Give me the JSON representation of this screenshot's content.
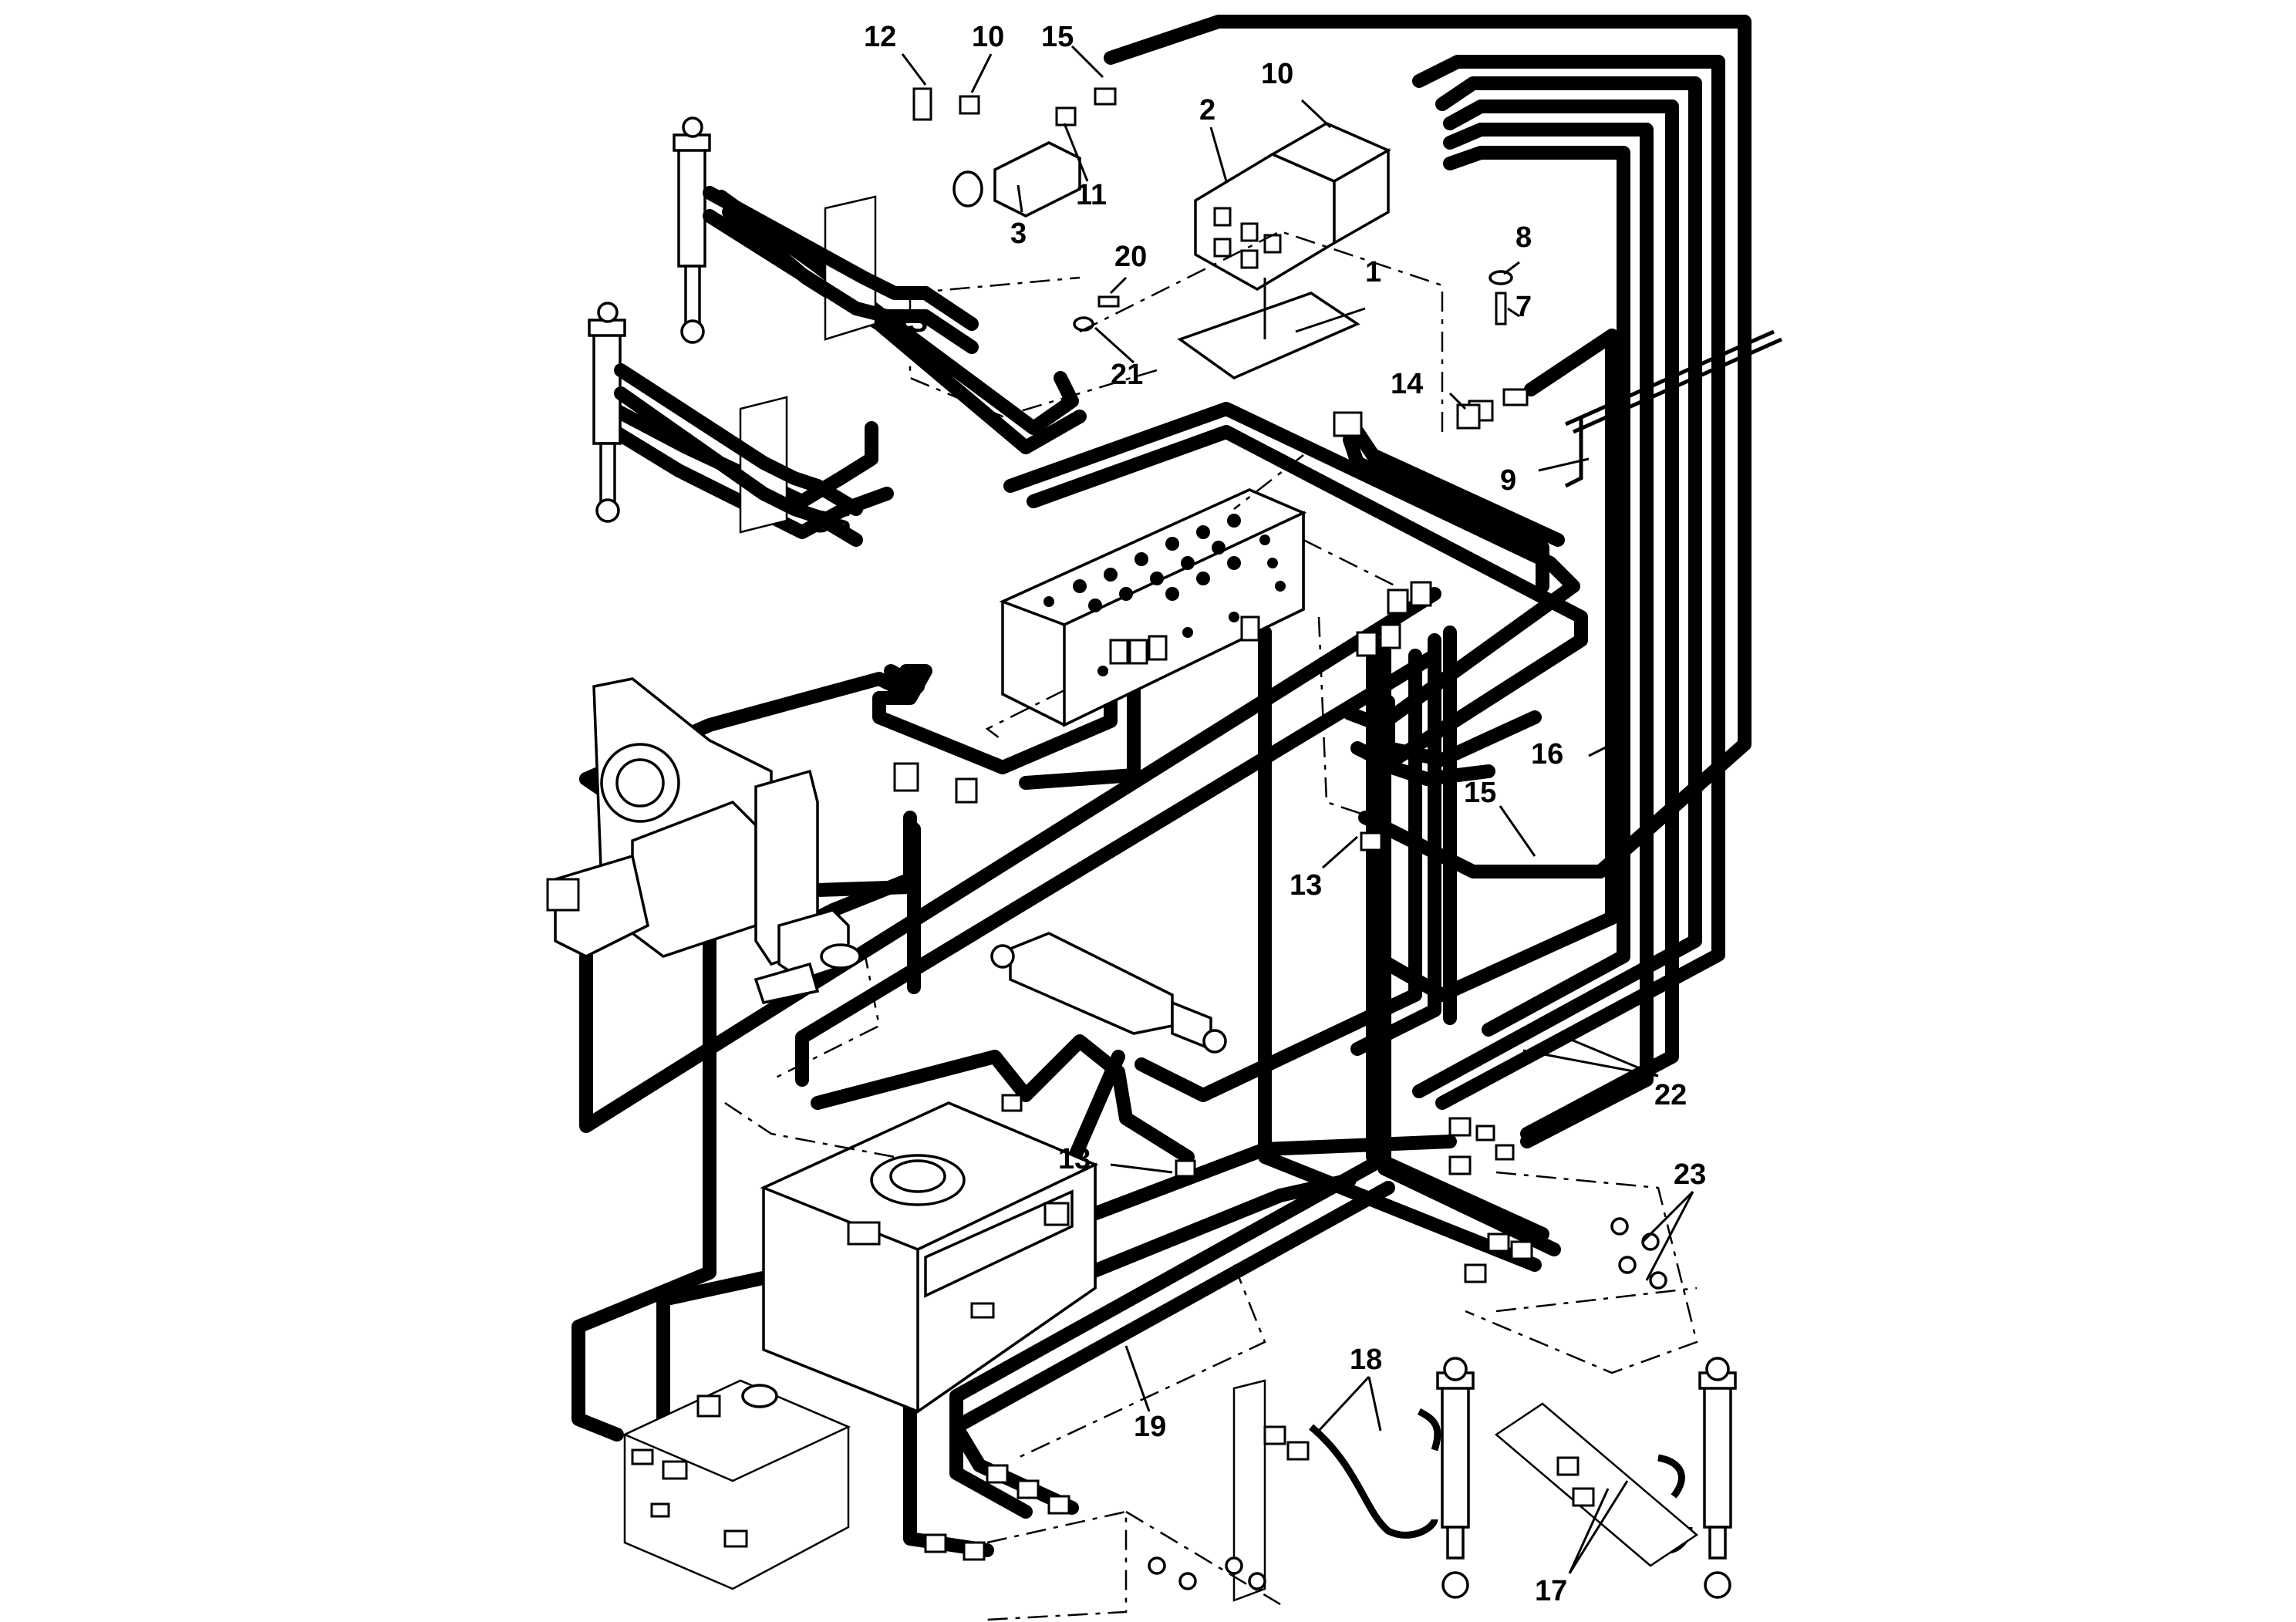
{
  "diagram": {
    "callouts": [
      "1",
      "2",
      "3",
      "7",
      "8",
      "9",
      "10",
      "10",
      "11",
      "12",
      "13",
      "13",
      "14",
      "15",
      "15",
      "16",
      "17",
      "18",
      "19",
      "20",
      "21",
      "22",
      "23"
    ]
  },
  "colors": {
    "ink": "#000000",
    "paper": "#ffffff"
  }
}
